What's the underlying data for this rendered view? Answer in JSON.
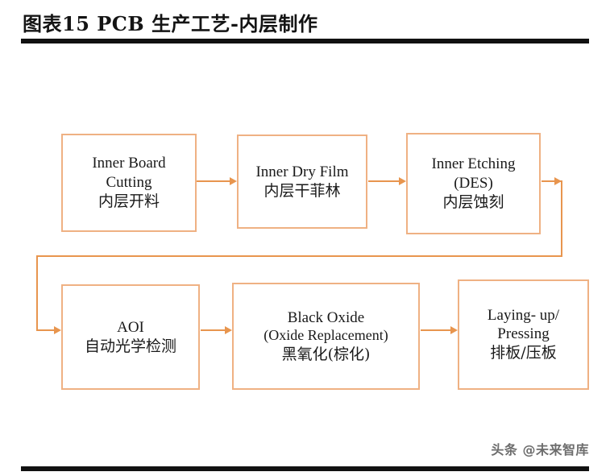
{
  "header": {
    "title": "图表15 PCB 生产工艺-内层制作"
  },
  "watermark": {
    "text": "头条 @未来智库"
  },
  "colors": {
    "box_border": "#efb183",
    "connector": "#e8954e",
    "rule": "#111111",
    "text": "#1a1a1a",
    "background": "#ffffff"
  },
  "diagram": {
    "type": "flowchart",
    "orientation": "left-to-right, wrapping to second row",
    "nodes": [
      {
        "id": "inner-board-cutting",
        "order": 1,
        "lines": [
          "Inner  Board",
          "Cutting",
          "内层开料"
        ],
        "en": "Inner Board Cutting",
        "cn": "内层开料"
      },
      {
        "id": "inner-dry-film",
        "order": 2,
        "lines": [
          "Inner Dry Film",
          "内层干菲林"
        ],
        "en": "Inner Dry Film",
        "cn": "内层干菲林"
      },
      {
        "id": "inner-etching",
        "order": 3,
        "lines": [
          "Inner Etching",
          "(DES)",
          "内层蚀刻"
        ],
        "en": "Inner Etching (DES)",
        "cn": "内层蚀刻"
      },
      {
        "id": "aoi",
        "order": 4,
        "lines": [
          "AOI",
          "自动光学检测"
        ],
        "en": "AOI",
        "cn": "自动光学检测"
      },
      {
        "id": "black-oxide",
        "order": 5,
        "lines": [
          "Black Oxide",
          "(Oxide Replacement)",
          "黑氧化(棕化)"
        ],
        "en": "Black Oxide (Oxide Replacement)",
        "cn": "黑氧化(棕化)"
      },
      {
        "id": "laying-up-pressing",
        "order": 6,
        "lines": [
          "Laying- up/",
          "Pressing",
          "排板/压板"
        ],
        "en": "Laying- up/ Pressing",
        "cn": "排板/压板"
      }
    ],
    "edges": [
      {
        "from": "inner-board-cutting",
        "to": "inner-dry-film",
        "style": "arrow-right"
      },
      {
        "from": "inner-dry-film",
        "to": "inner-etching",
        "style": "arrow-right"
      },
      {
        "from": "inner-etching",
        "to": "aoi",
        "style": "elbow-wrap-down-left"
      },
      {
        "from": "aoi",
        "to": "black-oxide",
        "style": "arrow-right"
      },
      {
        "from": "black-oxide",
        "to": "laying-up-pressing",
        "style": "arrow-right"
      }
    ]
  }
}
